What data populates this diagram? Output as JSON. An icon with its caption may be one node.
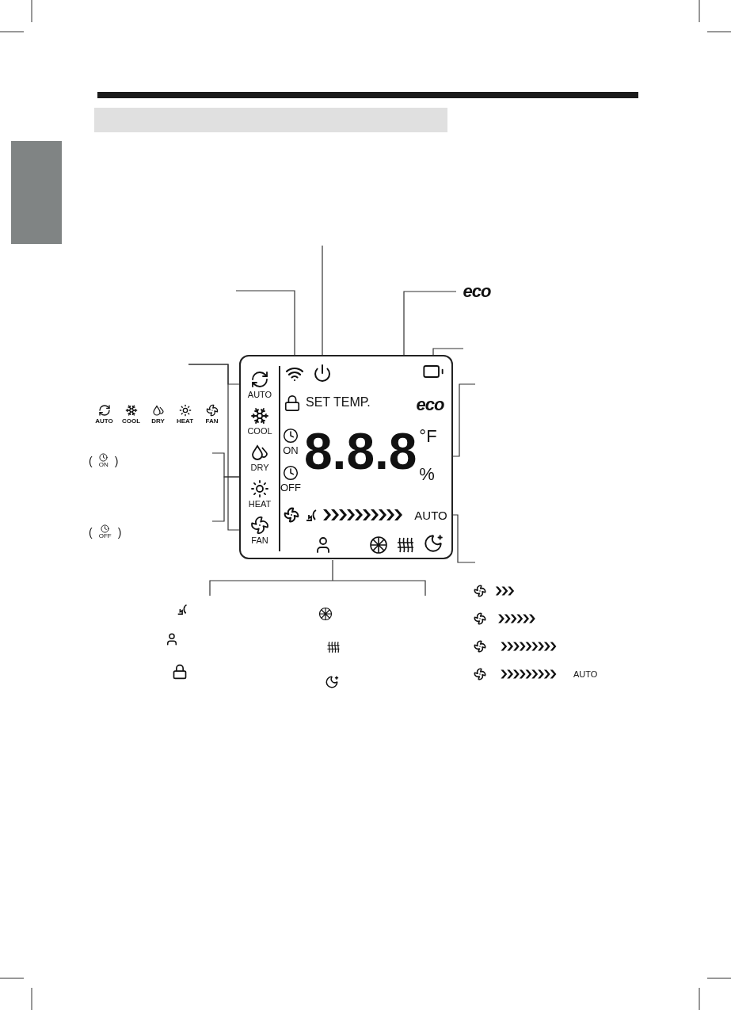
{
  "diagram": {
    "nodes": [
      {
        "text": [],
        "shape": "box"
      },
      {
        "text": [
          "AUTO"
        ],
        "in": 0
      },
      {
        "text": [
          "COOL"
        ],
        "in": 0
      },
      {
        "text": [
          "DRY"
        ],
        "in": 0
      },
      {
        "text": [
          "HEAT"
        ],
        "in": 0
      },
      {
        "text": [
          "FAN"
        ],
        "in": 0
      },
      {
        "text": [],
        "shape": "icon",
        "in": 0
      },
      {
        "text": [],
        "shape": "icon",
        "in": 0
      },
      {
        "text": [
          "ON"
        ],
        "in": 0
      },
      {
        "text": [
          "OFF"
        ],
        "in": 0
      },
      {
        "text": [
          "eco"
        ],
        "in": 0
      },
      {
        "text": [],
        "shape": "box",
        "in": 0
      },
      {
        "text": [
          "8.8.8",
          "°F",
          "%"
        ],
        "in": 0
      },
      {
        "text": [
          "AUTO"
        ],
        "in": 0
      },
      {
        "text": [
          "eco"
        ]
      },
      {
        "text": [],
        "shape": "bar"
      },
      {
        "text": [],
        "shape": "bar"
      }
    ],
    "edges": [
      {
        "from": null,
        "to": 1,
        "arrow": "none"
      },
      {
        "from": null,
        "to": 5,
        "arrow": "none"
      },
      {
        "from": null,
        "to": 8,
        "arrow": "none"
      },
      {
        "from": null,
        "to": 8,
        "arrow": "none"
      },
      {
        "from": null,
        "to": 6,
        "arrow": "none"
      },
      {
        "from": null,
        "to": 7,
        "arrow": "none"
      },
      {
        "from": 14,
        "to": 10,
        "arrow": "none"
      },
      {
        "from": null,
        "to": 11,
        "arrow": "none"
      },
      {
        "from": null,
        "to": 12,
        "arrow": "none"
      },
      {
        "from": null,
        "to": 13,
        "arrow": "none"
      }
    ],
    "labels": [
      "SET TEMP.",
      "AUTO",
      "COOL",
      "DRY",
      "HEAT",
      "FAN",
      "(",
      "ON",
      ")",
      "(",
      "OFF",
      ")",
      "AUTO"
    ]
  }
}
